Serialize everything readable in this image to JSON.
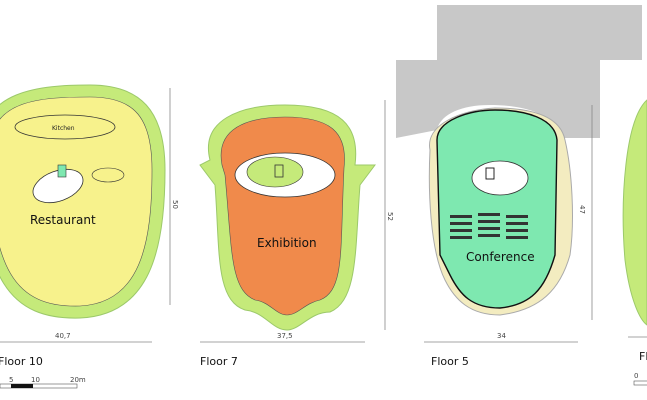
{
  "floors": [
    {
      "label": "Floor 10",
      "room": "Restaurant",
      "sublabel": "Kitchen",
      "width_dim": "40,7",
      "height_dim": "50"
    },
    {
      "label": "Floor 7",
      "room": "Exhibition",
      "width_dim": "37,5",
      "height_dim": "52"
    },
    {
      "label": "Floor 5",
      "room": "Conference",
      "width_dim": "34",
      "height_dim": "47"
    },
    {
      "label": "Fl"
    }
  ],
  "scale_bar": {
    "ticks": [
      "5",
      "10",
      "20m"
    ],
    "right_tick": "0"
  },
  "colors": {
    "restaurant": "#f7f28c",
    "rim": "#c5ea7a",
    "exhibition": "#f08a4b",
    "conference": "#7ee8b0",
    "building": "#c8c8c8"
  }
}
